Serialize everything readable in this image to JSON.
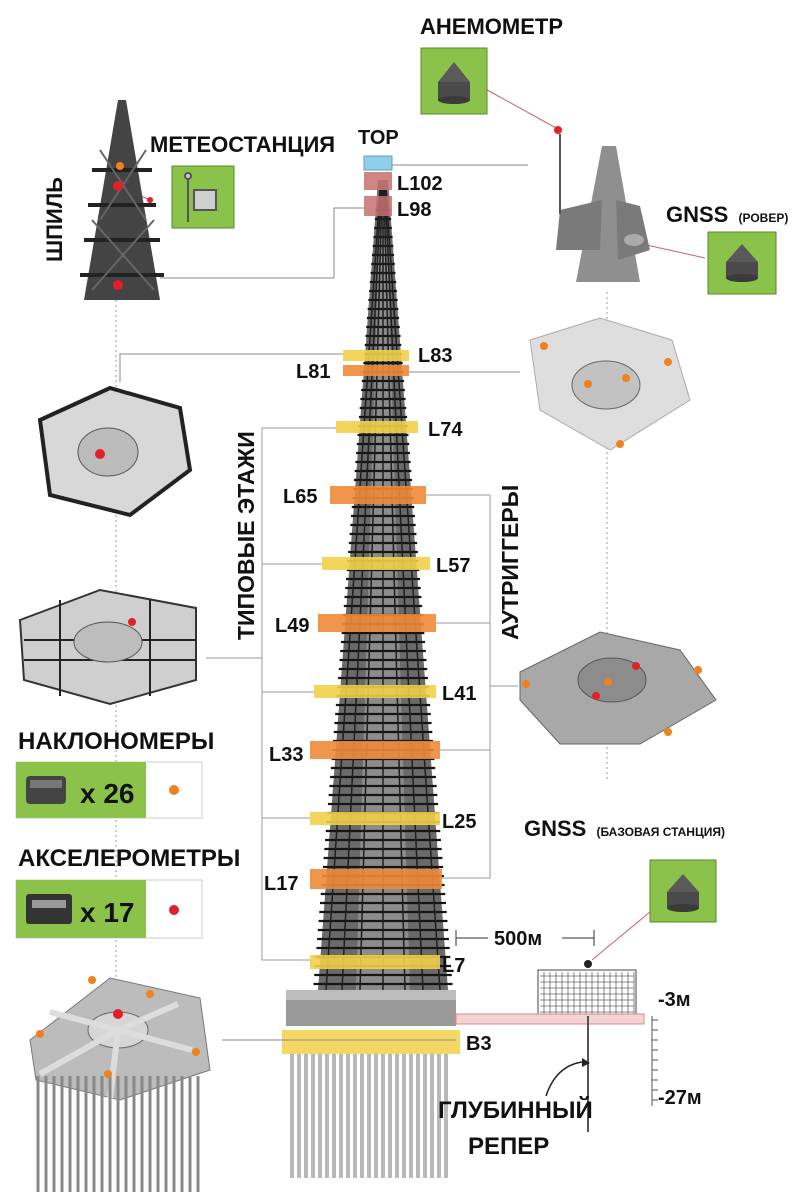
{
  "colors": {
    "inclinometer": "#f08020",
    "accelerometer": "#e0202a",
    "green_box": "#8bc34a",
    "yellow_band": "#f2d04a",
    "orange_band": "#f08a3a",
    "red_band": "#c87070",
    "blue_band": "#8fd0e8"
  },
  "top_labels": {
    "anemometer": "АНЕМОМЕТР",
    "meteo": "МЕТЕОСТАНЦИЯ",
    "spire": "ШПИЛЬ",
    "gnss_rover": "GNSS",
    "gnss_rover_sub": "(РОВЕР)"
  },
  "levels": {
    "top": "TOP",
    "l102": "L102",
    "l98": "L98",
    "l83": "L83",
    "l81": "L81",
    "l74": "L74",
    "l65": "L65",
    "l57": "L57",
    "l49": "L49",
    "l41": "L41",
    "l33": "L33",
    "l25": "L25",
    "l17": "L17",
    "l7": "L7",
    "b3": "B3"
  },
  "groups": {
    "typical_floors": "ТИПОВЫЕ ЭТАЖИ",
    "outriggers": "АУТРИГГЕРЫ"
  },
  "legend": {
    "inclinometers_title": "НАКЛОНОМЕРЫ",
    "inclinometers_count": "x 26",
    "accelerometers_title": "АКСЕЛЕРОМЕТРЫ",
    "accelerometers_count": "x 17"
  },
  "base": {
    "gnss_base": "GNSS",
    "gnss_base_sub": "(БАЗОВАЯ СТАНЦИЯ)",
    "distance": "500м",
    "depth_1": "-3м",
    "depth_2": "-27м",
    "deep_benchmark_1": "ГЛУБИННЫЙ",
    "deep_benchmark_2": "РЕПЕР"
  }
}
